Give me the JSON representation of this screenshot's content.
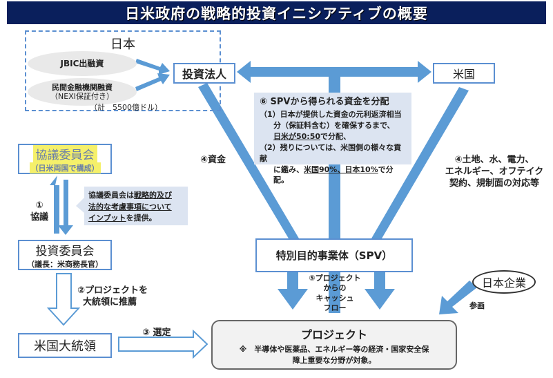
{
  "title": "日米政府の戦略的投資イニシアティブの概要",
  "japan_group": {
    "label": "日本",
    "jbic": "JBIC出融資",
    "private_line1": "民間金融機関融資",
    "private_line2": "（NEXI保証付き）",
    "total": "（計　5500億ドル）"
  },
  "investment_corp": "投資法人",
  "usa": "米国",
  "distribution": {
    "heading": "⑥ SPVから得られる資金を分配",
    "item1_a": "（1）日本が提供した資金の元利返済相当",
    "item1_b": "分（保証料含む）を確保するまで、",
    "item1_c_underlined": "日米が50:50",
    "item1_c_rest": "で分配、",
    "item2_a": "（2）残りについては、米国側の様々な貢献",
    "item2_b_pre": "に鑑み、",
    "item2_b_underlined": "米国90%、日本10%",
    "item2_b_rest": "で分配。"
  },
  "funds_label": "④資金",
  "us_support_label": [
    "④土地、水、電力、",
    "エネルギー、オフテイク",
    "契約、規制面の対応等"
  ],
  "consultation_committee": {
    "name": "協議委員会",
    "sub": "（日米両国で構成）",
    "highlight_color": "#f5f06a"
  },
  "consult_label": [
    "①",
    "協議"
  ],
  "committee_note": {
    "line1_pre": "協議委員会は",
    "line1_u": "戦略的及び",
    "line2_u": "法的な考慮事項について",
    "line3_u": "インプット",
    "line3_rest": "を提供。"
  },
  "investment_committee": {
    "name": "投資委員会",
    "sub": "（議長：米商務長官）"
  },
  "recommend_label": [
    "②プロジェクトを",
    "大統領に推薦"
  ],
  "president": "米国大統領",
  "select_label": "③ 選定",
  "spv": "特別目的事業体（SPV）",
  "cashflow_label": [
    "⑤プロジェクト",
    "からの",
    "キャッシュ",
    "フロー"
  ],
  "japan_companies": "日本企業",
  "participate_label": "参画",
  "project": {
    "name": "プロジェクト",
    "note_line1": "※　半導体や医薬品、エネルギー等の経済・国家安全保",
    "note_line2": "障上重要な分野が対象。"
  },
  "colors": {
    "title_bg": "#0a1f5c",
    "arrow_blue": "#5b9bd5",
    "box_border": "#5b8fd1",
    "callout_bg": "#dce4f1",
    "project_bg": "#f2f2f2"
  }
}
